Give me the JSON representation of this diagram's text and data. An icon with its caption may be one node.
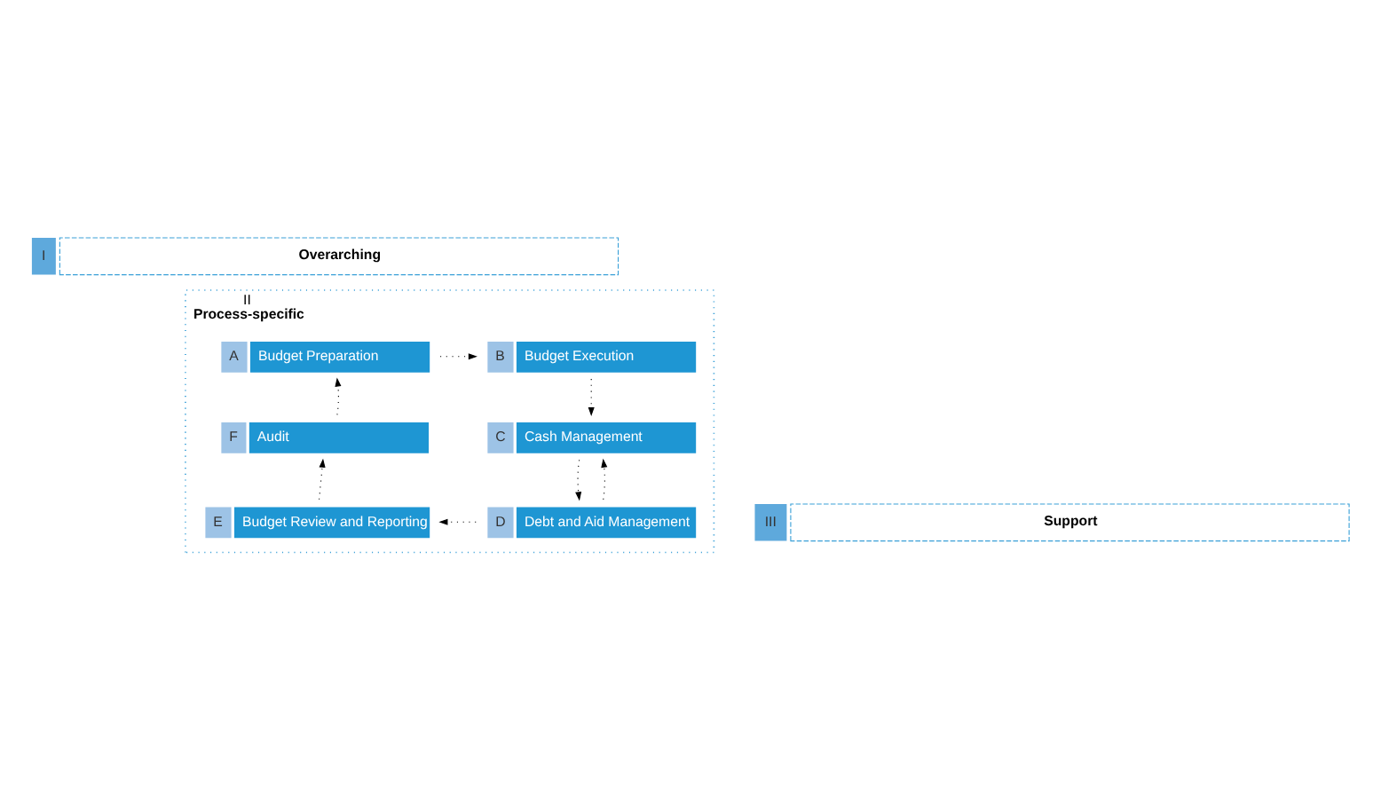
{
  "diagram": {
    "nodes": [
      {
        "text": [
          "I",
          "Overarching"
        ]
      },
      {
        "text": [
          "II",
          "Process-specific"
        ]
      },
      {
        "text": [
          "A",
          "Budget Preparation"
        ],
        "in": 1
      },
      {
        "text": [
          "B",
          "Budget Execution"
        ],
        "in": 1
      },
      {
        "text": [
          "C",
          "Cash Management"
        ],
        "in": 1
      },
      {
        "text": [
          "D",
          "Debt and Aid Management"
        ],
        "in": 1
      },
      {
        "text": [
          "E",
          "Budget Review and Reporting"
        ],
        "in": 1
      },
      {
        "text": [
          "F",
          "Audit"
        ],
        "in": 1
      },
      {
        "text": [
          "III",
          "Support"
        ]
      }
    ],
    "edges": [
      {
        "from": 7,
        "to": 2,
        "arrow": "to"
      },
      {
        "from": 2,
        "to": 3,
        "arrow": "to"
      },
      {
        "from": 3,
        "to": 4,
        "arrow": "to"
      },
      {
        "from": 4,
        "to": 5,
        "arrow": "to"
      },
      {
        "from": 5,
        "to": 4,
        "arrow": "to"
      },
      {
        "from": 5,
        "to": 6,
        "arrow": "to"
      },
      {
        "from": 6,
        "to": 7,
        "arrow": "to"
      }
    ]
  }
}
